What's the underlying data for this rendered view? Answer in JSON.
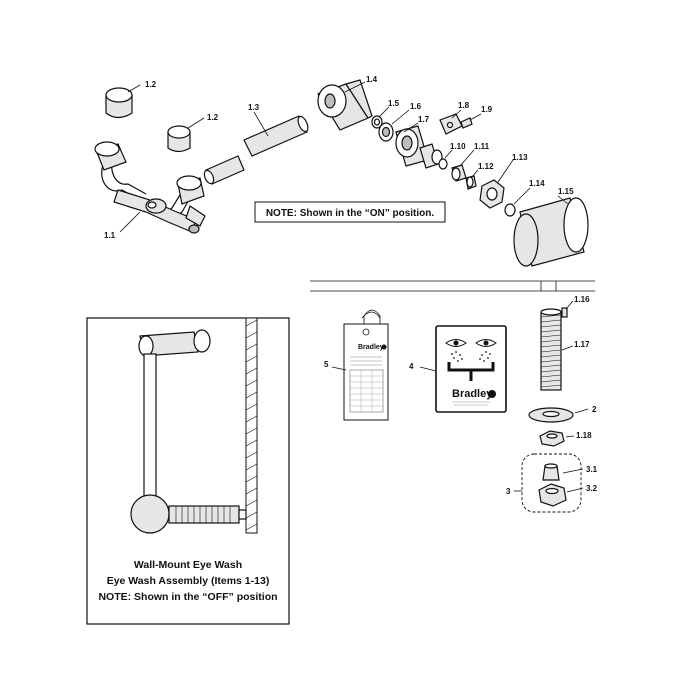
{
  "labels": {
    "l1_1": "1.1",
    "l1_2a": "1.2",
    "l1_2b": "1.2",
    "l1_3": "1.3",
    "l1_4": "1.4",
    "l1_5": "1.5",
    "l1_6": "1.6",
    "l1_7": "1.7",
    "l1_8": "1.8",
    "l1_9": "1.9",
    "l1_10": "1.10",
    "l1_11": "1.11",
    "l1_12": "1.12",
    "l1_13": "1.13",
    "l1_14": "1.14",
    "l1_15": "1.15",
    "l1_16": "1.16",
    "l1_17": "1.17",
    "l1_18": "1.18",
    "l2": "2",
    "l3": "3",
    "l3_1": "3.1",
    "l3_2": "3.2",
    "l4": "4",
    "l5": "5"
  },
  "note_on": "NOTE: Shown in the “ON” position.",
  "caption": {
    "line1": "Wall-Mount Eye Wash",
    "line2": "Eye Wash Assembly (Items 1-13)",
    "line3": "NOTE: Shown in the “OFF” position"
  },
  "tag_brand": "Bradley",
  "sign_brand": "Bradley"
}
